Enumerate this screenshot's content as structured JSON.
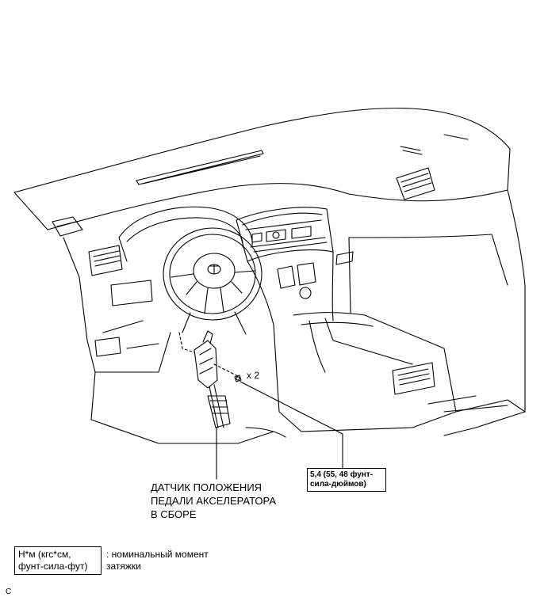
{
  "part_name": "ДАТЧИК ПОЛОЖЕНИЯ ПЕДАЛИ АКСЕЛЕРАТОРА В СБОРЕ",
  "quantity": "x 2",
  "torque_spec": "5,4 (55, 48 фунт-сила-дюймов)",
  "legend": {
    "units": "Н*м (кгс*см, фунт-сила-фут)",
    "meaning": ": номинальный момент затяжки"
  },
  "figure_code": "C"
}
